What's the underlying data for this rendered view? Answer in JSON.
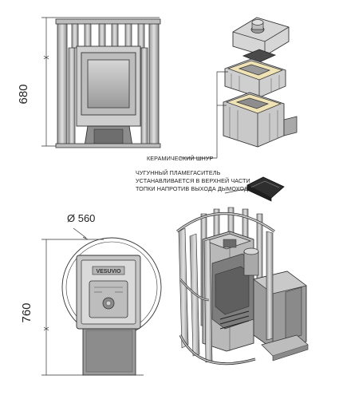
{
  "dimensions": {
    "height_top": "680",
    "diameter": "Ø 560",
    "height_bottom": "760"
  },
  "captions": {
    "ceramic_cord": "КЕРАМИЧЕСКИЙ ШНУР",
    "flame_deflector": [
      "ЧУГУННЫЙ ПЛАМЕГАСИТЕЛЬ",
      "УСТАНАВЛИВАЕТСЯ В ВЕРХНЕЙ ЧАСТИ",
      "ТОПКИ НАПРОТИВ ВЫХОДА ДЫМОХОДА"
    ]
  },
  "brand_plate": "VESUVIO",
  "colors": {
    "line": "#2a2a2a",
    "metal_light": "#d9d9d9",
    "metal_mid": "#a9a9a9",
    "metal_dark": "#5c5c5c",
    "cord": "#efe3b5"
  }
}
